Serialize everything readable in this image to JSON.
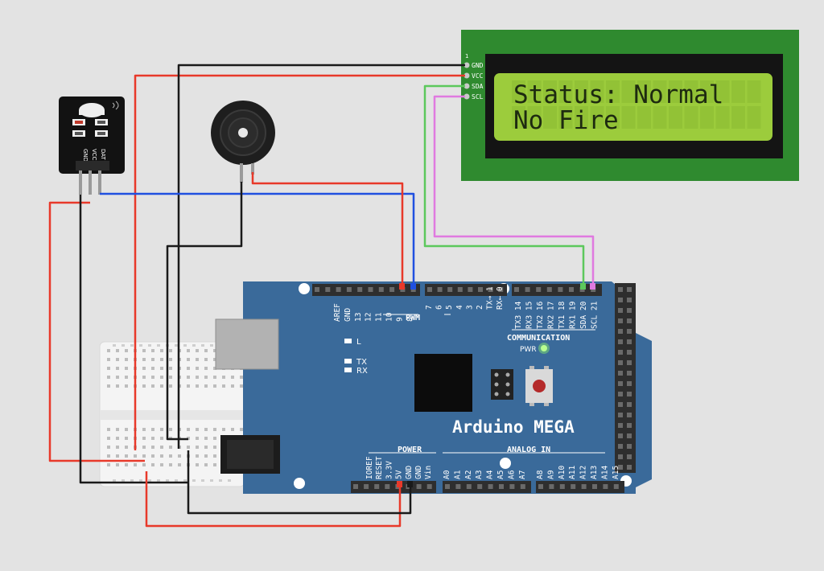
{
  "lcd": {
    "line1": "Status: Normal",
    "line2": "No Fire",
    "pin_marker": "1",
    "pins": [
      "GND",
      "VCC",
      "SDA",
      "SCL"
    ],
    "pcb_color": "#2f8a2f",
    "screen_color": "#9ccc3c"
  },
  "flame_sensor": {
    "pins": [
      "GND",
      "VCC",
      "DAT"
    ]
  },
  "arduino": {
    "name": "Arduino MEGA",
    "board_color": "#3a6a9a",
    "pwm_label": "PWM",
    "communication_label": "COMMUNICATION",
    "power_label": "POWER",
    "analog_label": "ANALOG IN",
    "pwr_led_label": "PWR",
    "led_l": "L",
    "led_tx": "TX",
    "led_rx": "RX",
    "top_left_pins": [
      "AREF",
      "GND",
      "13",
      "12",
      "11",
      "10",
      "9",
      "8"
    ],
    "top_mid_pins": [
      "7",
      "6",
      "5",
      "4",
      "3",
      "2",
      "TX→ 1",
      "RX← 0"
    ],
    "top_right_pins": [
      "TX3 14",
      "RX3 15",
      "TX2 16",
      "RX2 17",
      "TX1 18",
      "RX1 19",
      "SDA 20",
      "SCL 21"
    ],
    "power_pins": [
      "IOREF",
      "RESET",
      "3.3V",
      "5V",
      "GND",
      "GND",
      "Vin"
    ],
    "analog_pins": [
      "A0",
      "A1",
      "A2",
      "A3",
      "A4",
      "A5",
      "A6",
      "A7",
      "A8",
      "A9",
      "A10",
      "A11",
      "A12",
      "A13",
      "A14",
      "A15"
    ]
  },
  "wire_colors": {
    "red": "#e8392a",
    "black": "#1a1a1a",
    "blue": "#2050e0",
    "green": "#5cc85c",
    "pink": "#e07ae0"
  }
}
